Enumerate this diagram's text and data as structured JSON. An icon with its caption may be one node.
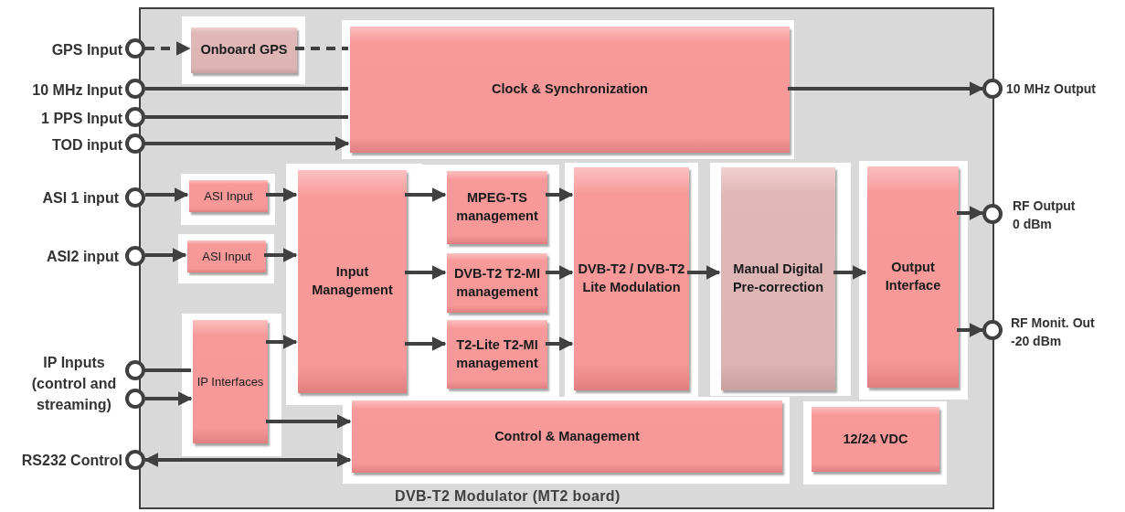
{
  "diagram": {
    "nodes": [
      {
        "text": [
          "DVB-T2 Modulator (MT2 board)"
        ]
      },
      {
        "text": [
          "Onboard GPS"
        ],
        "in": 0
      },
      {
        "text": [
          "Clock & Synchronization"
        ],
        "in": 0
      },
      {
        "text": [
          "ASI Input"
        ],
        "in": 0
      },
      {
        "text": [
          "ASI Input"
        ],
        "in": 0
      },
      {
        "text": [
          "Input Management"
        ],
        "in": 0
      },
      {
        "text": [
          "MPEG-TS management"
        ],
        "in": 0
      },
      {
        "text": [
          "DVB-T2 T2-MI management"
        ],
        "in": 0
      },
      {
        "text": [
          "T2-Lite T2-MI management"
        ],
        "in": 0
      },
      {
        "text": [
          "IP Interfaces"
        ],
        "in": 0
      },
      {
        "text": [
          "DVB-T2 / DVB-T2 Lite Modulation"
        ],
        "in": 0
      },
      {
        "text": [
          "Manual Digital Pre-correction"
        ],
        "in": 0
      },
      {
        "text": [
          "Output Interface"
        ],
        "in": 0
      },
      {
        "text": [
          "Control & Management"
        ],
        "in": 0
      },
      {
        "text": [
          "12/24 VDC"
        ],
        "in": 0
      },
      {
        "text": [],
        "shape": "circle",
        "beside": [
          "GPS Input"
        ]
      },
      {
        "text": [],
        "shape": "circle",
        "beside": [
          "10 MHz Input"
        ]
      },
      {
        "text": [],
        "shape": "circle",
        "beside": [
          "1 PPS Input"
        ]
      },
      {
        "text": [],
        "shape": "circle",
        "beside": [
          "TOD input"
        ]
      },
      {
        "text": [],
        "shape": "circle",
        "beside": [
          "ASI 1 input"
        ]
      },
      {
        "text": [],
        "shape": "circle",
        "beside": [
          "ASI2 input"
        ]
      },
      {
        "text": [],
        "shape": "circle",
        "beside": [
          "IP Inputs (control and streaming)"
        ]
      },
      {
        "text": [],
        "shape": "circle"
      },
      {
        "text": [],
        "shape": "circle",
        "beside": [
          "RS232 Control"
        ]
      },
      {
        "text": [],
        "shape": "circle",
        "beside": [
          "10 MHz Output"
        ]
      },
      {
        "text": [],
        "shape": "circle",
        "beside": [
          "RF Output 0 dBm"
        ]
      },
      {
        "text": [],
        "shape": "circle",
        "beside": [
          "RF Monit. Out -20 dBm"
        ]
      }
    ],
    "edges": [
      {
        "from": 15,
        "to": 1,
        "arrow": "to",
        "style": "dashed"
      },
      {
        "from": 1,
        "to": 2,
        "arrow": "none",
        "style": "dashed"
      },
      {
        "from": 16,
        "to": 2,
        "arrow": "none"
      },
      {
        "from": 17,
        "to": 2,
        "arrow": "none"
      },
      {
        "from": 18,
        "to": 2,
        "arrow": "to"
      },
      {
        "from": 2,
        "to": 24,
        "arrow": "to"
      },
      {
        "from": 19,
        "to": 3,
        "arrow": "to"
      },
      {
        "from": 3,
        "to": 5,
        "arrow": "to"
      },
      {
        "from": 20,
        "to": 4,
        "arrow": "to"
      },
      {
        "from": 4,
        "to": 5,
        "arrow": "to"
      },
      {
        "from": 9,
        "to": 5,
        "arrow": "to"
      },
      {
        "from": 5,
        "to": 6,
        "arrow": "to"
      },
      {
        "from": 5,
        "to": 7,
        "arrow": "to"
      },
      {
        "from": 5,
        "to": 8,
        "arrow": "to"
      },
      {
        "from": 6,
        "to": 10,
        "arrow": "to"
      },
      {
        "from": 7,
        "to": 10,
        "arrow": "to"
      },
      {
        "from": 8,
        "to": 10,
        "arrow": "to"
      },
      {
        "from": 10,
        "to": 11,
        "arrow": "to"
      },
      {
        "from": 11,
        "to": 12,
        "arrow": "to"
      },
      {
        "from": 12,
        "to": 25,
        "arrow": "to"
      },
      {
        "from": 12,
        "to": 26,
        "arrow": "to"
      },
      {
        "from": 21,
        "to": 9,
        "arrow": "none"
      },
      {
        "from": 22,
        "to": 9,
        "arrow": "to"
      },
      {
        "from": 9,
        "to": 13,
        "arrow": "to"
      },
      {
        "from": 23,
        "to": 13,
        "arrow": "both"
      }
    ]
  }
}
